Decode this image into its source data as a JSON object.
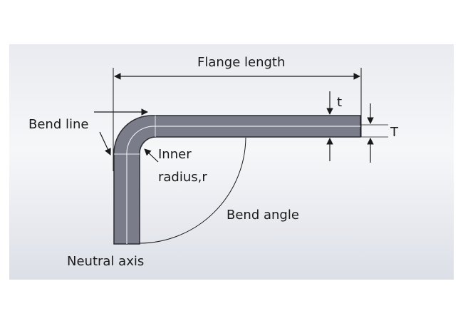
{
  "labels": {
    "flange_length": "Flange length",
    "bend_line": "Bend line",
    "inner": "Inner",
    "radius": "radius,r",
    "bend_angle": "Bend angle",
    "neutral_axis": "Neutral axis",
    "t": "t",
    "T": "T"
  },
  "colors": {
    "panel_light": "#f4f5f8",
    "panel_dark": "#dde0e8",
    "metal": "#7a7c8a",
    "metal_edge": "#2b2c33",
    "neutral_line": "#e6e8ee",
    "ink": "#1a1a1a"
  }
}
